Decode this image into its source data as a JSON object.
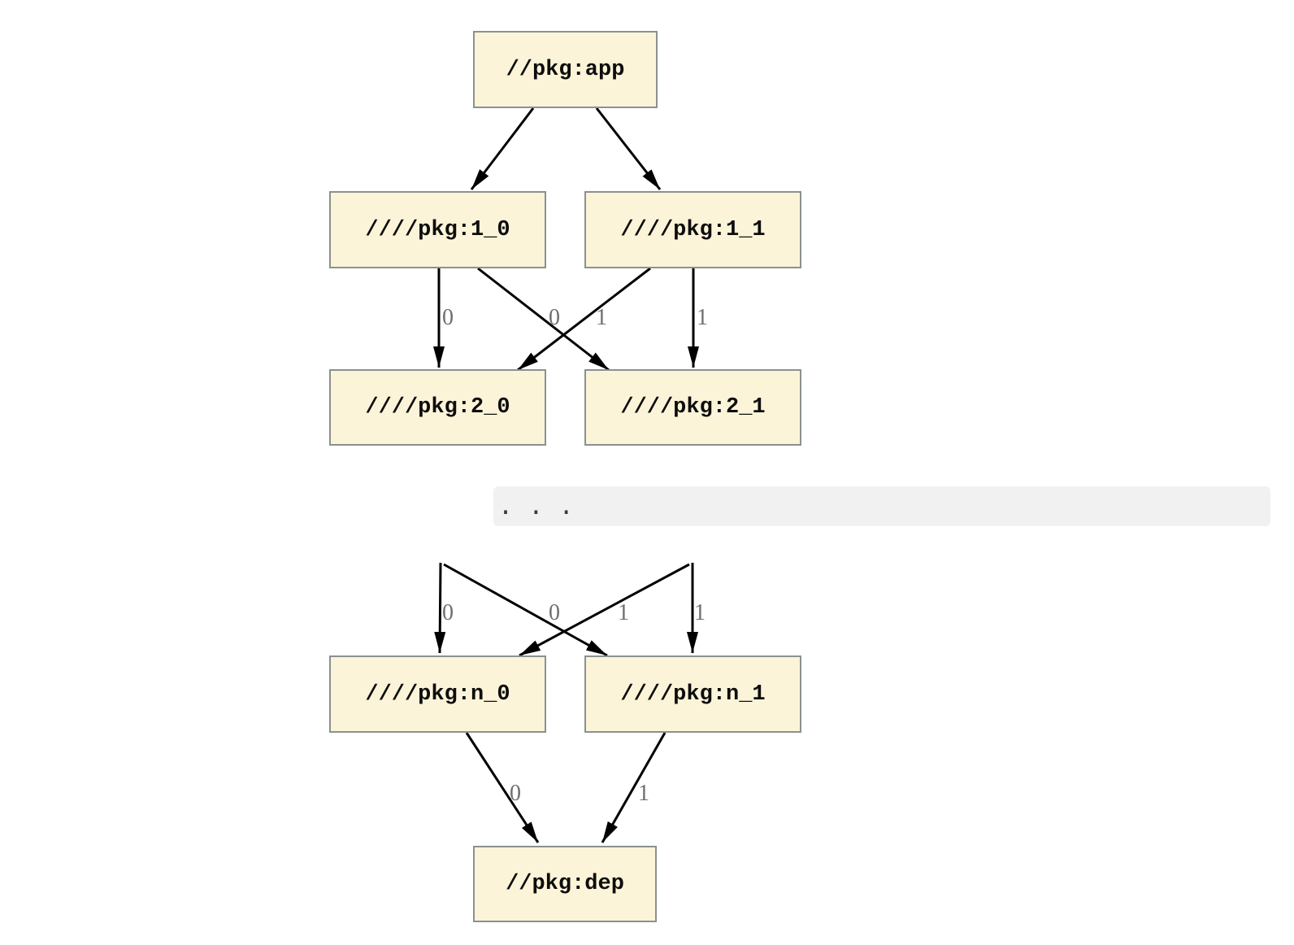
{
  "diagram": {
    "type": "dependency-graph",
    "nodes": [
      {
        "id": "app",
        "label": "//pkg:app"
      },
      {
        "id": "1_0",
        "label": "////pkg:1_0"
      },
      {
        "id": "1_1",
        "label": "////pkg:1_1"
      },
      {
        "id": "2_0",
        "label": "////pkg:2_0"
      },
      {
        "id": "2_1",
        "label": "////pkg:2_1"
      },
      {
        "id": "n_0",
        "label": "////pkg:n_0"
      },
      {
        "id": "n_1",
        "label": "////pkg:n_1"
      },
      {
        "id": "dep",
        "label": "//pkg:dep"
      }
    ],
    "edges": [
      {
        "from": "//pkg:app",
        "to": "////pkg:1_0",
        "label": ""
      },
      {
        "from": "//pkg:app",
        "to": "////pkg:1_1",
        "label": ""
      },
      {
        "from": "////pkg:1_0",
        "to": "////pkg:2_0",
        "label": "0"
      },
      {
        "from": "////pkg:1_1",
        "to": "////pkg:2_0",
        "label": "0"
      },
      {
        "from": "////pkg:1_0",
        "to": "////pkg:2_1",
        "label": "1"
      },
      {
        "from": "////pkg:1_1",
        "to": "////pkg:2_1",
        "label": "1"
      },
      {
        "from": "...",
        "to": "////pkg:n_0",
        "label": "0"
      },
      {
        "from": "...",
        "to": "////pkg:n_0",
        "label": "0"
      },
      {
        "from": "...",
        "to": "////pkg:n_1",
        "label": "1"
      },
      {
        "from": "...",
        "to": "////pkg:n_1",
        "label": "1"
      },
      {
        "from": "////pkg:n_0",
        "to": "//pkg:dep",
        "label": "0"
      },
      {
        "from": "////pkg:n_1",
        "to": "//pkg:dep",
        "label": "1"
      }
    ],
    "ellipsis": ". . .",
    "colors": {
      "node_fill": "#fcf4d8",
      "node_border": "#8a9190",
      "edge": "#000000",
      "edge_label": "#6f6f6f",
      "band": "#f1f1f1"
    }
  }
}
